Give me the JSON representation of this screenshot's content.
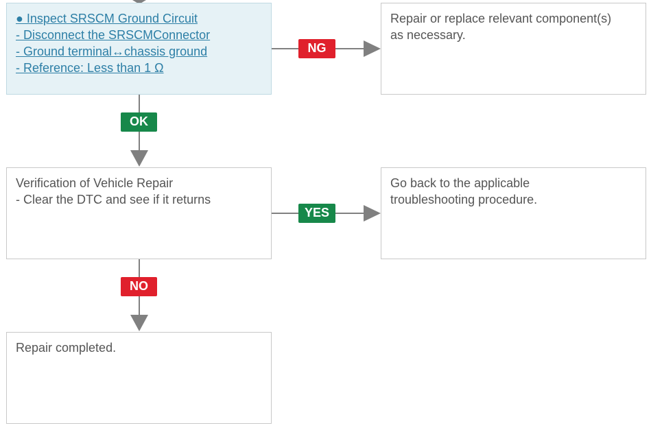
{
  "flow": {
    "inspect": {
      "lines": [
        "● Inspect SRSCM Ground Circuit",
        "- Disconnect  the SRSCMConnector",
        "- Ground terminal↔chassis ground",
        "- Reference: Less than  1 Ω"
      ]
    },
    "repair_replace": {
      "lines": [
        "Repair or replace relevant component(s)",
        "as necessary."
      ]
    },
    "verification": {
      "lines": [
        "Verification of Vehicle Repair",
        "- Clear the DTC and see if it returns"
      ]
    },
    "go_back": {
      "lines": [
        "Go back to the applicable",
        "troubleshooting procedure."
      ]
    },
    "completed": {
      "lines": [
        "Repair completed."
      ]
    },
    "labels": {
      "ng": "NG",
      "ok": "OK",
      "yes": "YES",
      "no": "NO"
    }
  },
  "colors": {
    "ng_badge": "#e0202c",
    "no_badge": "#e0202c",
    "ok_badge": "#17884a",
    "yes_badge": "#17884a",
    "arrow": "#808080",
    "highlight_box": "#e6f2f6",
    "link_text": "#2d7fa6"
  }
}
